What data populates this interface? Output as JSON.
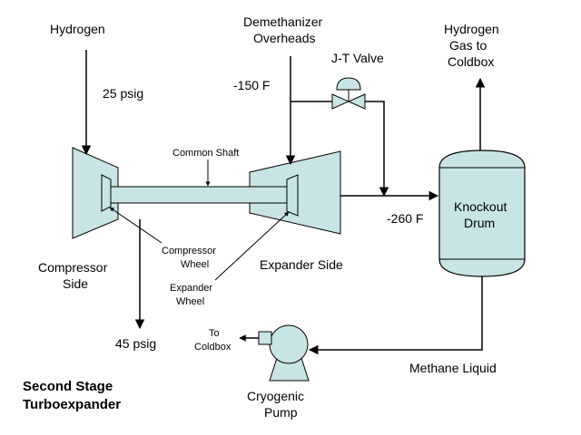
{
  "labels": {
    "hydrogen_in": "Hydrogen",
    "p_25": "25 psig",
    "demeth_1": "Demethanizer",
    "demeth_2": "Overheads",
    "jt_valve": "J-T Valve",
    "temp_150": "-150 F",
    "h2_out_1": "Hydrogen",
    "h2_out_2": "Gas to",
    "h2_out_3": "Coldbox",
    "common_shaft": "Common Shaft",
    "knockout_1": "Knockout",
    "knockout_2": "Drum",
    "temp_260": "-260 F",
    "compressor_side_1": "Compressor",
    "compressor_side_2": "Side",
    "compressor_wheel_1": "Compressor",
    "compressor_wheel_2": "Wheel",
    "expander_side": "Expander Side",
    "expander_wheel_1": "Expander",
    "expander_wheel_2": "Wheel",
    "p_45": "45 psig",
    "to_coldbox_1": "To",
    "to_coldbox_2": "Coldbox",
    "methane_liquid": "Methane Liquid",
    "pump_1": "Cryogenic",
    "pump_2": "Pump",
    "title_1": "Second Stage",
    "title_2": "Turboexpander"
  },
  "colors": {
    "equipment_fill": "#c8e4e4",
    "line": "#000000"
  }
}
